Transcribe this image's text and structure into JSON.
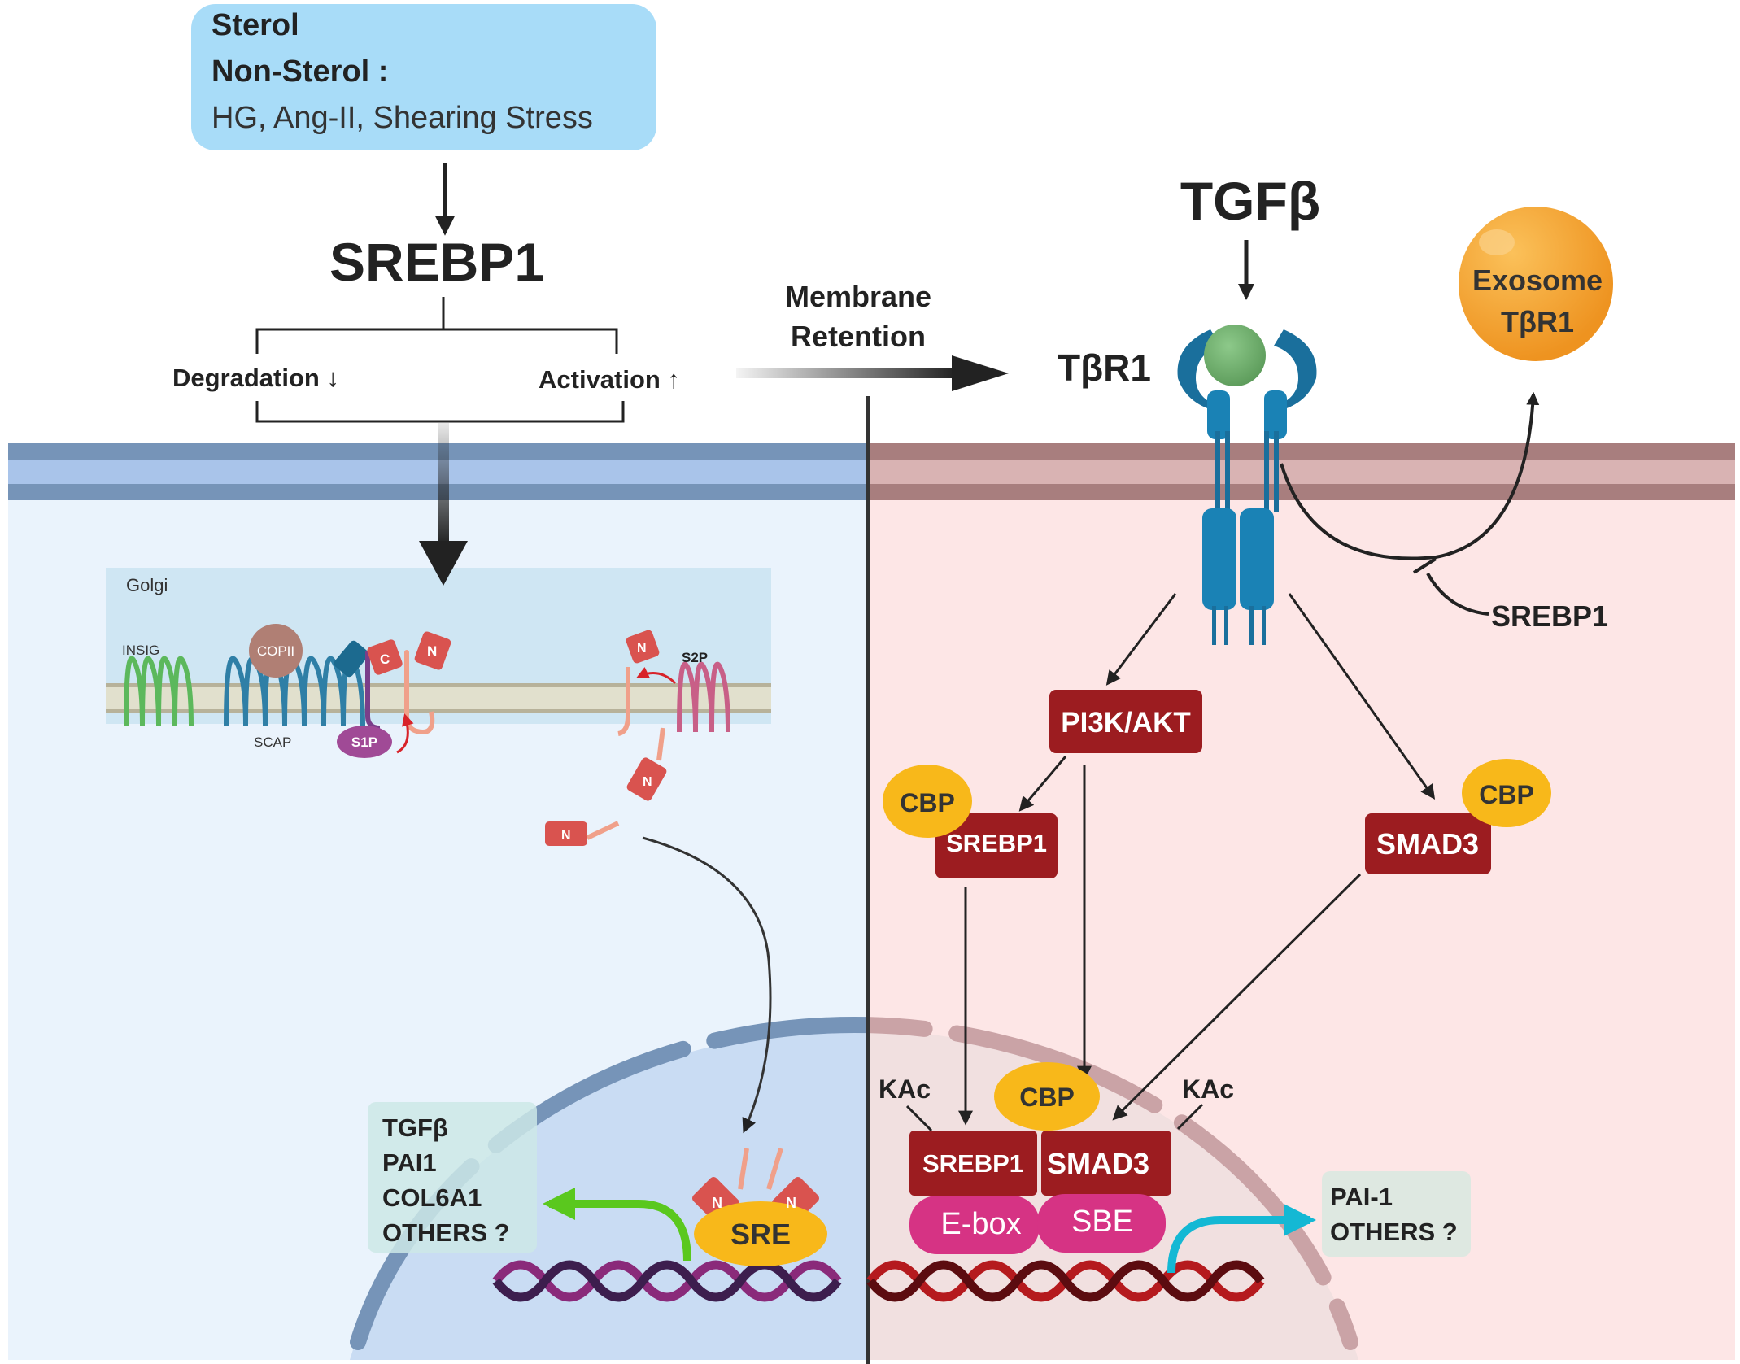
{
  "input_box": {
    "line1": "Sterol",
    "line2": "Non-Sterol :",
    "line3": "HG, Ang-II, Shearing Stress"
  },
  "srebp1_title": "SREBP1",
  "degradation_label": "Degradation ↓",
  "activation_label": "Activation ↑",
  "membrane_retention": [
    "Membrane",
    "Retention"
  ],
  "tgfb_title": "TGFβ",
  "tbr1_label": "TβR1",
  "exosome": [
    "Exosome",
    "TβR1"
  ],
  "srebp1_inhibitor": "SREBP1",
  "golgi": {
    "label": "Golgi",
    "insig": "INSIG",
    "copii": "COPII",
    "scap": "SCAP",
    "s1p": "S1P",
    "s2p": "S2P",
    "c_term": "C",
    "n_term": "N"
  },
  "pathway": {
    "pi3k": "PI3K/AKT",
    "cbp_left": "CBP",
    "srebp1_cyto": "SREBP1",
    "cbp_right": "CBP",
    "smad3_cyto": "SMAD3"
  },
  "nucleus": {
    "kac_left": "KAc",
    "kac_right": "KAc",
    "cbp_center": "CBP",
    "srebp1_nuc": "SREBP1",
    "smad3_nuc": "SMAD3",
    "ebox": "E-box",
    "sbe": "SBE",
    "sre": "SRE",
    "n_left": "N",
    "n_right": "N"
  },
  "targets_left": [
    "TGFβ",
    "PAI1",
    "COL6A1",
    "OTHERS ?"
  ],
  "targets_right": [
    "PAI-1",
    "OTHERS ?"
  ],
  "colors": {
    "input_box": "#a8dcf8",
    "left_cell": "#eaf3fc",
    "right_cell": "#fde6e6",
    "membrane_blue_dark": "#7694b8",
    "membrane_blue_light": "#a9c4ea",
    "membrane_red_dark": "#a87e7e",
    "membrane_red_light": "#d9b3b3",
    "dark_red_box": "#9c1c20",
    "cbp_yellow": "#f8b81a",
    "receptor_blue": "#1a82b5",
    "ligand_green": "#6fae6c",
    "exosome_orange": "#f2a22a",
    "magenta": "#d63384",
    "green_arrow": "#5ac81e",
    "cyan_arrow": "#14b8d4"
  }
}
